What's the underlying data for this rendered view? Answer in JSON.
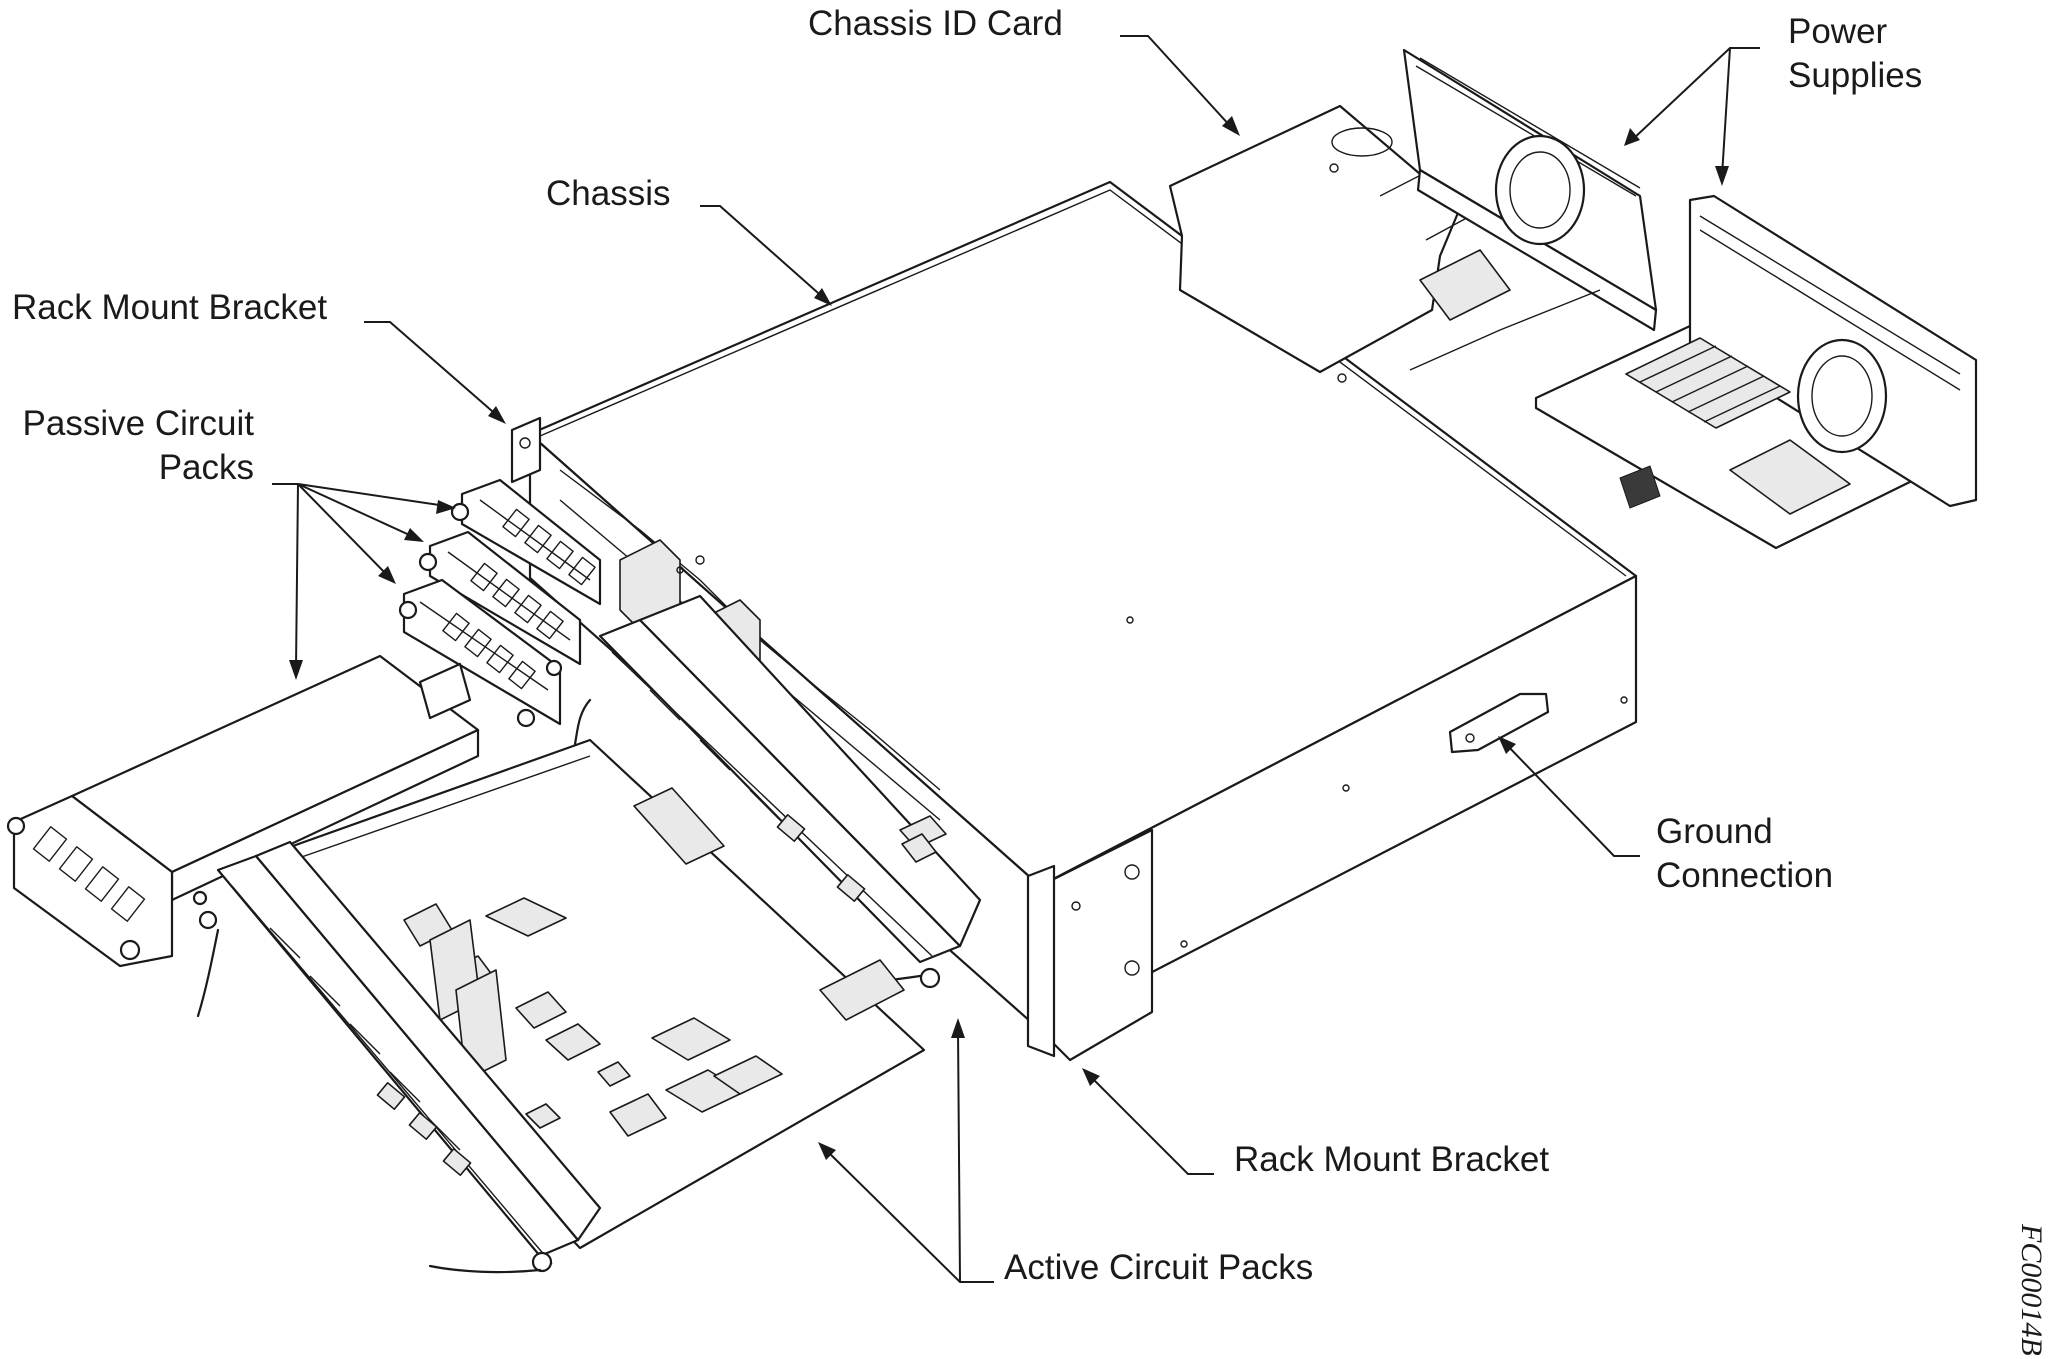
{
  "labels": {
    "chassis_id_card": "Chassis ID Card",
    "power_supplies": [
      "Power",
      "Supplies"
    ],
    "chassis": "Chassis",
    "rack_mount_bracket_top": "Rack Mount Bracket",
    "passive_circuit_packs": [
      "Passive Circuit",
      "Packs"
    ],
    "ground_connection": [
      "Ground",
      "Connection"
    ],
    "rack_mount_bracket_bottom": "Rack Mount Bracket",
    "active_circuit_packs": "Active Circuit Packs"
  },
  "figure_id": "FC00014B",
  "colors": {
    "line": "#1a1a1a",
    "background": "#ffffff",
    "shade": "#e9e9e9"
  }
}
